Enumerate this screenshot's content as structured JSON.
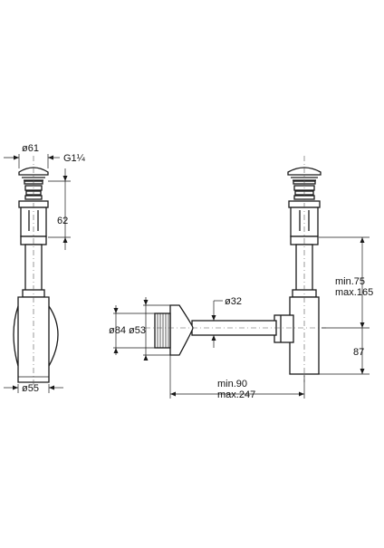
{
  "dimensions": {
    "head_diameter": "ø61",
    "thread": "G1¼",
    "valve_height": "62",
    "base_diameter": "ø55",
    "pipe_diameter": "ø32",
    "rosette_outer": "ø84",
    "rosette_inner": "ø53",
    "height_min": "min.75",
    "height_max": "max.165",
    "trap_height": "87",
    "length_min": "min.90",
    "length_max": "max.247"
  }
}
